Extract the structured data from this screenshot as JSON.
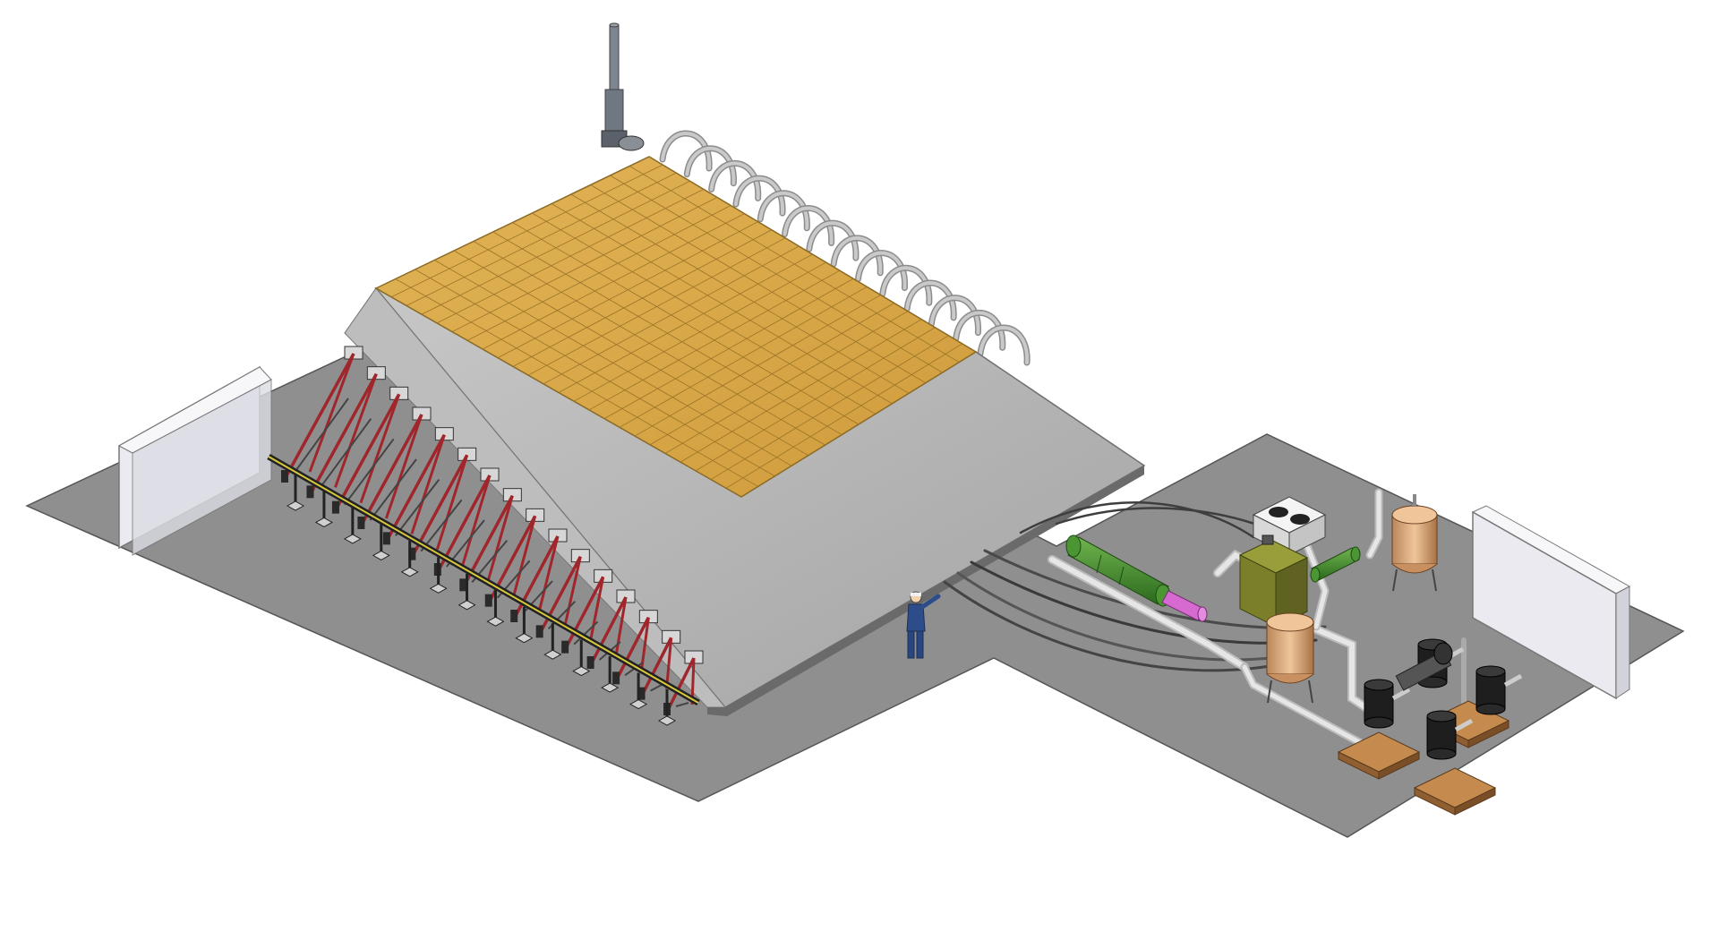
{
  "scene": {
    "background": "#ffffff",
    "colors": {
      "ground": "#8f8f8f",
      "ground_edge": "#5c5c5c",
      "concrete": "#b9b9b9",
      "concrete_side": "#a6a6a6",
      "concrete_dark": "#7a7a7a",
      "roof_tiles": "#d9a848",
      "tile_lines": "#9a7427",
      "pipe_loops": "#c9c9c9",
      "red_struts": "#a0262b",
      "green_units": "#3f8a2c",
      "olive_tank": "#7b7f2a",
      "copper_vessels": "#d9a779",
      "pink_part": "#d66ad0",
      "black_pumps": "#1e1e1e",
      "pallets": "#c58b4e",
      "glass_panel": "#e8e8ee",
      "worker": "#2d4d8a"
    },
    "components": {
      "concrete_kiln_with_tiled_roof": true,
      "roof_tile_grid": {
        "rows": 14,
        "cols": 24
      },
      "chimney_stack": true,
      "roof_pipe_loops": 14,
      "side_anchor_struts": 16,
      "ground_anchor_posts": 14,
      "worker_figure": true,
      "hose_bundle": true,
      "heat_exchanger_units": 2,
      "olive_storage_tank": true,
      "cooling_fan_unit": true,
      "copper_pressure_vessels": 2,
      "black_pump_units": 4,
      "wooden_pallets": 3,
      "glass_barrier_panels": 2
    }
  }
}
